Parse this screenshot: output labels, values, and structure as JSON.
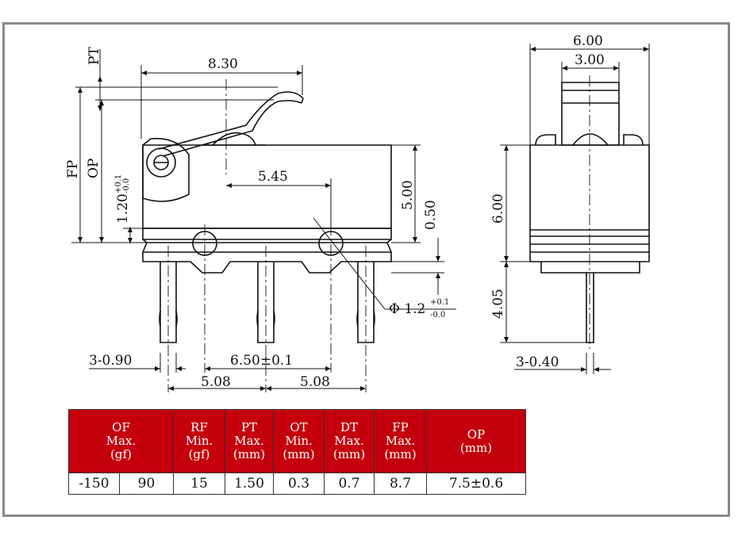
{
  "side_view": {
    "pt_label": "PT",
    "fp_label": "FP",
    "op_label": "OP",
    "lever_length": "8.30",
    "mounting_hole_spacing": "5.45",
    "height_dim": "5.00",
    "base_offset_dim": "0.50",
    "hole_height_dim": {
      "base": "1.20",
      "sup": "+0.1",
      "sub": "-0.0"
    },
    "hole_dia_dim": {
      "base": "Φ 1.2",
      "sup": "+0.1",
      "sub": "-0.0"
    },
    "terminal_width": "3-0.90",
    "terminal_center_dim": "6.50±0.1",
    "terminal_pitch_left": "5.08",
    "terminal_pitch_right": "5.08"
  },
  "front_view": {
    "width_dim": "6.00",
    "plunger_width_dim": "3.00",
    "height_dim": "6.00",
    "terminal_length_dim": "4.05",
    "terminal_thickness": "3-0.40"
  },
  "table": {
    "headers": [
      {
        "line1": "OF",
        "line2": "Max.",
        "line3": "(gf)"
      },
      {
        "line1": "RF",
        "line2": "Min.",
        "line3": "(gf)"
      },
      {
        "line1": "PT",
        "line2": "Max.",
        "line3": "(mm)"
      },
      {
        "line1": "OT",
        "line2": "Min.",
        "line3": "(mm)"
      },
      {
        "line1": "DT",
        "line2": "Max.",
        "line3": "(mm)"
      },
      {
        "line1": "FP",
        "line2": "Max.",
        "line3": "(mm)"
      },
      {
        "line1": "OP",
        "line2": "(mm)",
        "line3": ""
      }
    ],
    "values": [
      "-150",
      "90",
      "15",
      "1.50",
      "0.3",
      "0.7",
      "8.7",
      "7.5±0.6"
    ]
  }
}
